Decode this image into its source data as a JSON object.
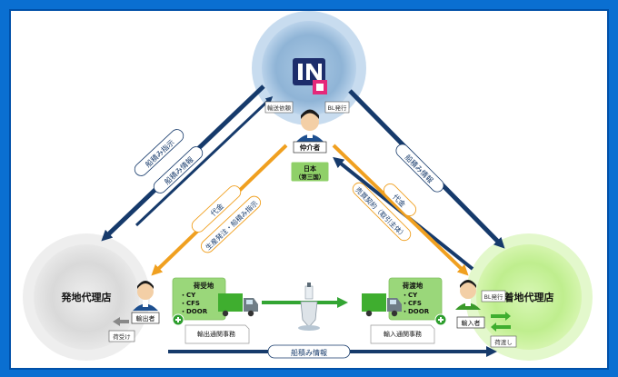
{
  "nodes": {
    "origin_agent": "発地代理店",
    "dest_agent": "着地代理店",
    "broker": "仲介者",
    "japan": "日本",
    "third_country": "（第三国）",
    "exporter": "輸出者",
    "importer": "輸入者"
  },
  "tags": {
    "transport_request": "輸送依頼",
    "bl_issue_top": "BL発行",
    "bl_issue_right": "BL発行",
    "cargo_receive": "荷受け",
    "cargo_deliver": "荷渡し"
  },
  "arrow_labels": {
    "left_outer": "船積み指示",
    "left_inner": "船積み情報",
    "right_outer": "船積み情報",
    "orange_left_a": "代金",
    "orange_left_b": "生産発注・船積み指示",
    "orange_right_a": "代金",
    "orange_right_b": "売買契約（取引主体）",
    "bottom": "船積み情報"
  },
  "boxes": {
    "receipt": {
      "title": "荷受地",
      "items": [
        "・CY",
        "・CFS",
        "・DOOR"
      ],
      "office": "輸出通関事務"
    },
    "delivery": {
      "title": "荷渡地",
      "items": [
        "・CY",
        "・CFS",
        "・DOOR"
      ],
      "office": "輸入通関事務"
    }
  },
  "colors": {
    "frame_blue": "#0a6fd1",
    "navy_arrow": "#163a6b",
    "orange_arrow": "#f0a020",
    "green_arrow": "#33a533",
    "box_green": "#9ad77a",
    "origin_circle": "#d8d8d8",
    "dest_circle": "#c5ef95",
    "broker_circle": "#9fc1e0"
  },
  "icons": [
    "logo-icon",
    "person-icon",
    "truck-icon",
    "ship-icon",
    "document-icon",
    "plus-icon",
    "exchange-arrows-icon"
  ]
}
